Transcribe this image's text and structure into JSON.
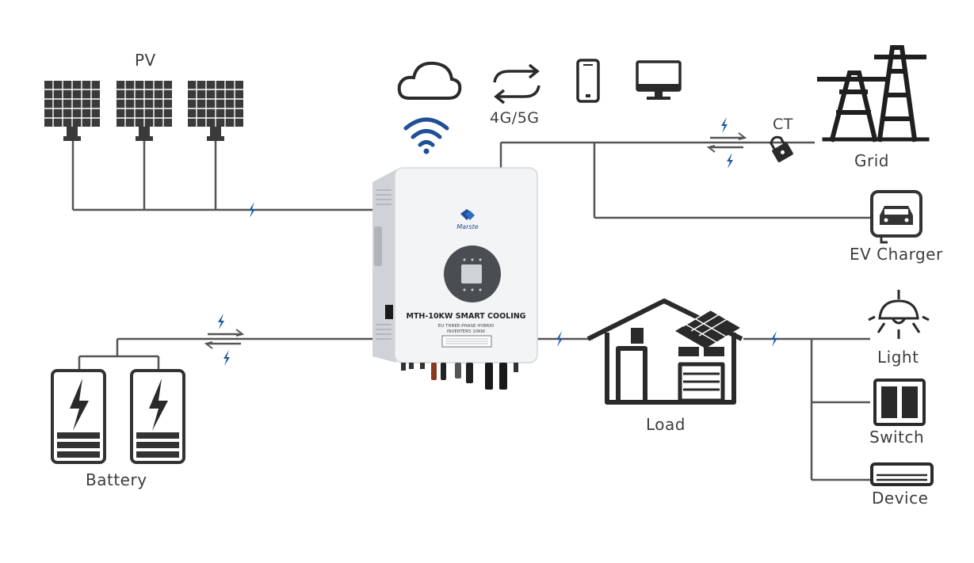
{
  "labels": {
    "pv": "PV",
    "network": "4G/5G",
    "ct": "CT",
    "grid": "Grid",
    "ev_charger": "EV Charger",
    "load": "Load",
    "light": "Light",
    "switch": "Switch",
    "device": "Device",
    "battery": "Battery"
  },
  "inverter": {
    "brand": "Marste",
    "model": "MTH-10KW SMART COOLING",
    "subtitle_line1": "EU THREE-PHASE HYBRID",
    "subtitle_line2": "INVERTERS 10KW"
  },
  "colors": {
    "line": "#555555",
    "icon": "#2a2a2a",
    "lightning": "#1f5aa6",
    "wifi": "#1f4f96"
  },
  "icons": [
    "solar-panel-icon",
    "cloud-icon",
    "wifi-icon",
    "sync-arrows-icon",
    "phone-icon",
    "monitor-icon",
    "lightning-icon",
    "padlock-icon",
    "pylon-icon",
    "ev-charger-icon",
    "house-icon",
    "ceiling-light-icon",
    "wall-switch-icon",
    "air-conditioner-icon",
    "battery-icon"
  ]
}
